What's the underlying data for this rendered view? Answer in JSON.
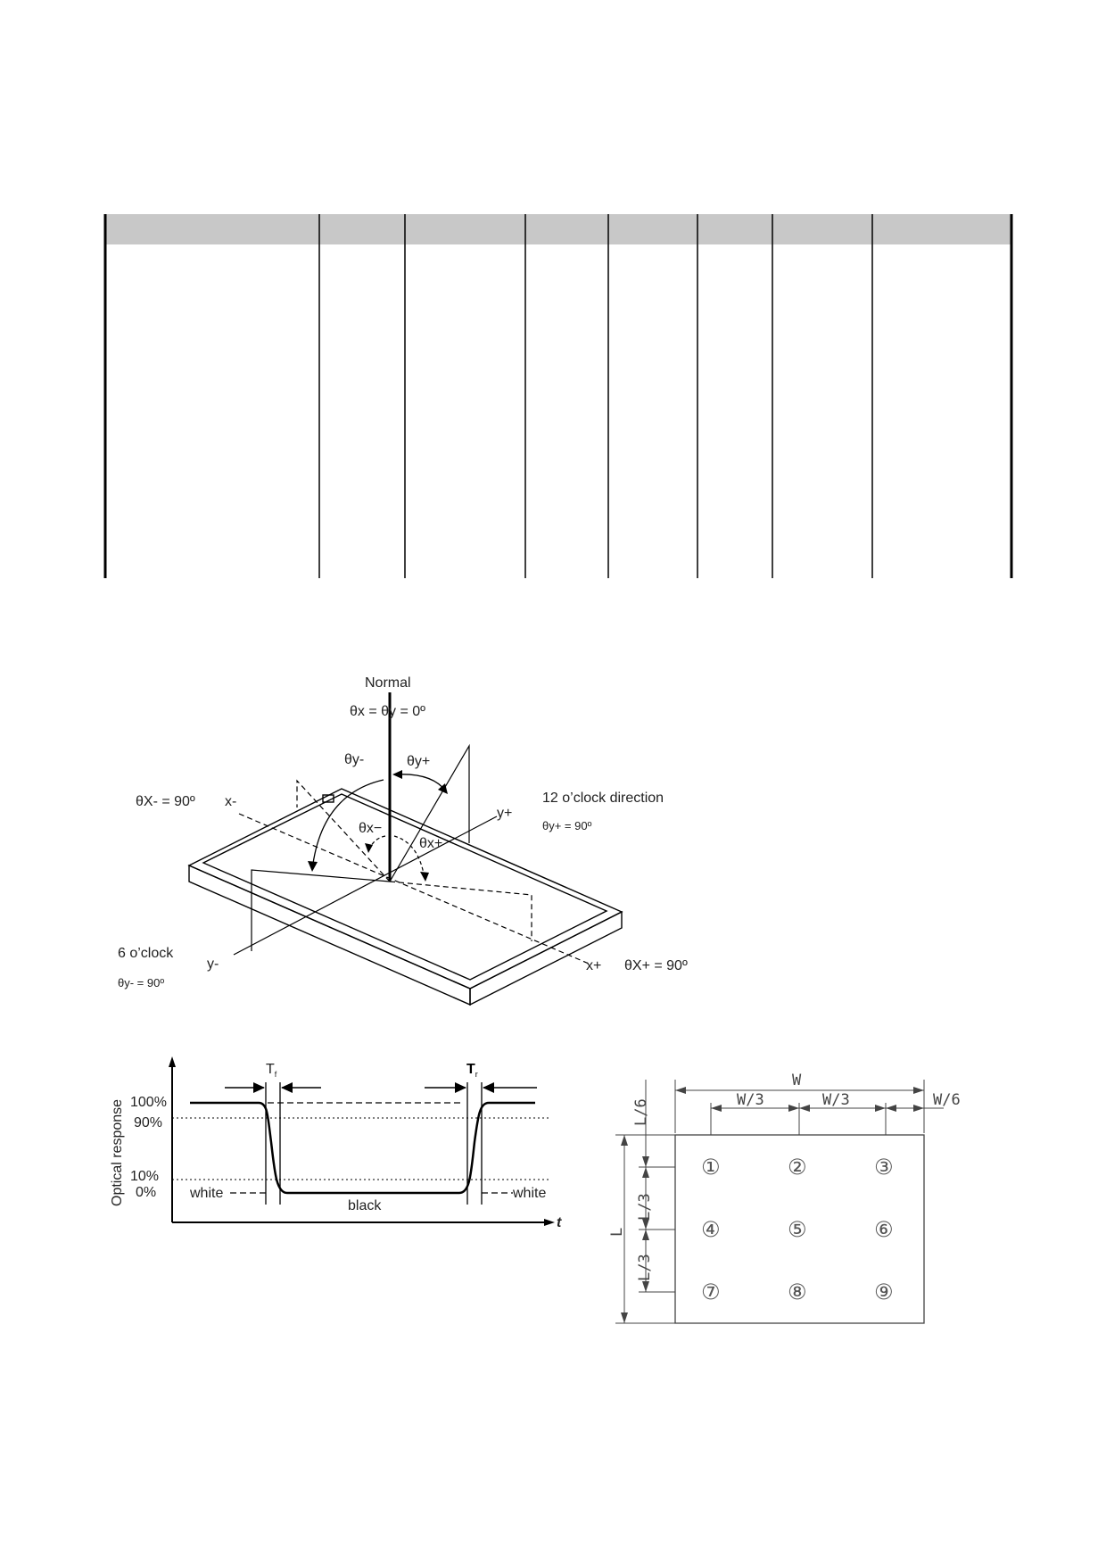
{
  "table": {
    "column_count": 8,
    "header_fill": "#c8c8c8"
  },
  "viewing_angle_figure": {
    "normal": "Normal",
    "normal_eq": "θx = θy = 0º",
    "theta_y_minus": "θy-",
    "theta_y_plus": "θy+",
    "theta_x_minus_90": "θX- = 90º",
    "x_minus": "x-",
    "theta_x_minus": "θx−",
    "theta_x_plus": "θx+",
    "twelve_oclock": "12 o’clock direction",
    "theta_y_plus_90": "θy+ = 90º",
    "y_plus": "y+",
    "six_oclock": "6 o’clock",
    "y_minus": "y-",
    "theta_y_minus_90": "θy- = 90º",
    "x_plus": "x+",
    "theta_x_plus_90": "θX+ = 90º"
  },
  "response_figure": {
    "ylabel": "Optical response",
    "y100": "100%",
    "y90": "90%",
    "y10": "10%",
    "y0": "0%",
    "tf": "T",
    "tf_sub": "f",
    "tr": "T",
    "tr_sub": "r",
    "white_left": "white",
    "white_right": "white",
    "black": "black",
    "t_axis": "t"
  },
  "points_figure": {
    "w": "W",
    "w3a": "W/3",
    "w3b": "W/3",
    "w6": "W/6",
    "l6": "L/6",
    "l3a": "L/3",
    "l3b": "L/3",
    "l": "L",
    "points": [
      "①",
      "②",
      "③",
      "④",
      "⑤",
      "⑥",
      "⑦",
      "⑧",
      "⑨"
    ]
  }
}
